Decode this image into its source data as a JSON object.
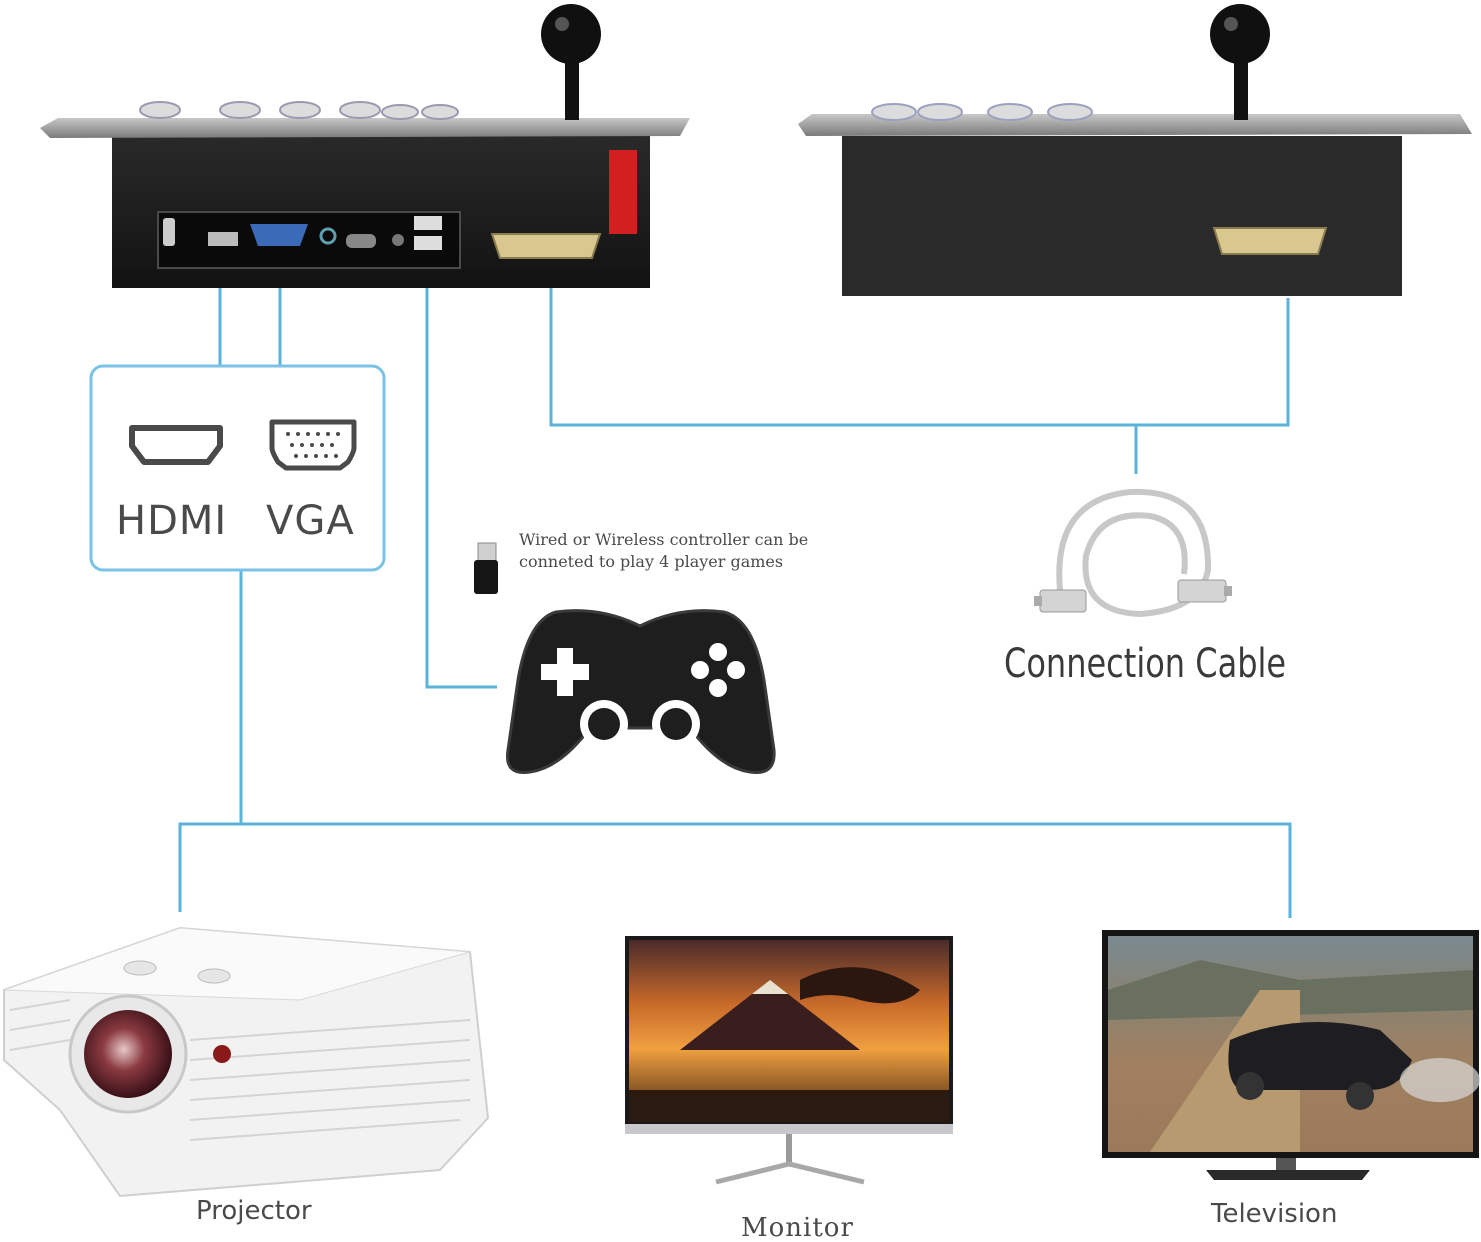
{
  "ports": {
    "hdmi_label": "HDMI",
    "vga_label": "VGA"
  },
  "controller": {
    "note_line1": "Wired or Wireless controller can be",
    "note_line2": "conneted to play 4 player games"
  },
  "cable": {
    "label": "Connection Cable"
  },
  "displays": {
    "projector": "Projector",
    "monitor": "Monitor",
    "television": "Television"
  },
  "colors": {
    "line": "#5bb3dc",
    "box_border": "#7ac2e6",
    "console_body": "#1c1c1c",
    "console_panel": "#9a9a9a",
    "gamepad": "#1e1e1e"
  },
  "icons": [
    "arcade-console-icon",
    "joystick-icon",
    "hdmi-port-icon",
    "vga-port-icon",
    "usb-dongle-icon",
    "gamepad-icon",
    "serial-cable-icon",
    "projector-icon",
    "monitor-icon",
    "television-icon"
  ]
}
